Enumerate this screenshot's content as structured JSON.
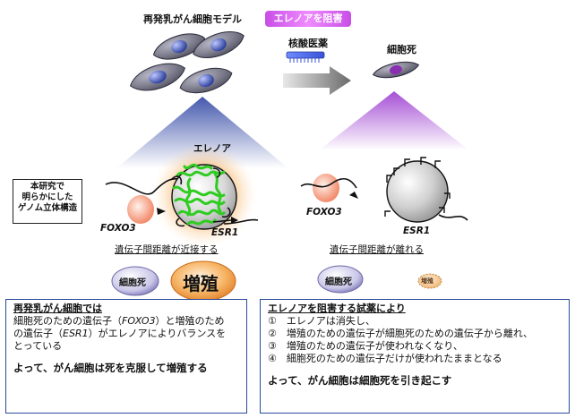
{
  "header": {
    "model_label": "再発乳がん細胞モデル",
    "inhibit_pill": "エレノアを阻害",
    "drug_label": "核酸医薬",
    "cell_death_label": "細胞死"
  },
  "side_label": [
    "本研究で",
    "明らかにした",
    "ゲノム立体構造"
  ],
  "left_panel": {
    "eleanor_label": "エレノア",
    "gene_foxo3": "FOXO3",
    "gene_esr1": "ESR1",
    "distance_text": "遺伝子間距離が近接する",
    "small_bubble": "細胞死",
    "big_bubble": "増殖"
  },
  "right_panel": {
    "gene_foxo3": "FOXO3",
    "gene_esr1": "ESR1",
    "distance_text": "遺伝子間距離が離れる",
    "small_bubble": "細胞死",
    "tiny_bubble": "増殖"
  },
  "box_left": {
    "title": "再発乳がん細胞では",
    "l1_a": "細胞死のための遺伝子（",
    "l1_gene": "FOXO3",
    "l1_b": "）と増殖のため",
    "l2_a": "の遺伝子（",
    "l2_gene": "ESR1",
    "l2_b": "）がエレノアによりバランスを",
    "l3": "とっている",
    "conclusion": "よって、がん細胞は死を克服して増殖する"
  },
  "box_right": {
    "title": "エレノアを阻害する試薬により",
    "items": [
      "①　エレノアは消失し、",
      "②　増殖のための遺伝子が細胞死のための遺伝子から離れ、",
      "③　増殖のための遺伝子が使われなくなり、",
      "④　細胞死のための遺伝子だけが使われたままとなる"
    ],
    "conclusion": "よって、がん細胞は細胞死を引き起こす"
  },
  "colors": {
    "cell_purple": "#5a3f8f",
    "nucleus_blue": "#3f56b0",
    "eleanor_green": "#2ecc20",
    "border_blue": "#2a4a9a",
    "pill_magenta": "#d35ae8",
    "glow_orange": "#f6a64a"
  }
}
